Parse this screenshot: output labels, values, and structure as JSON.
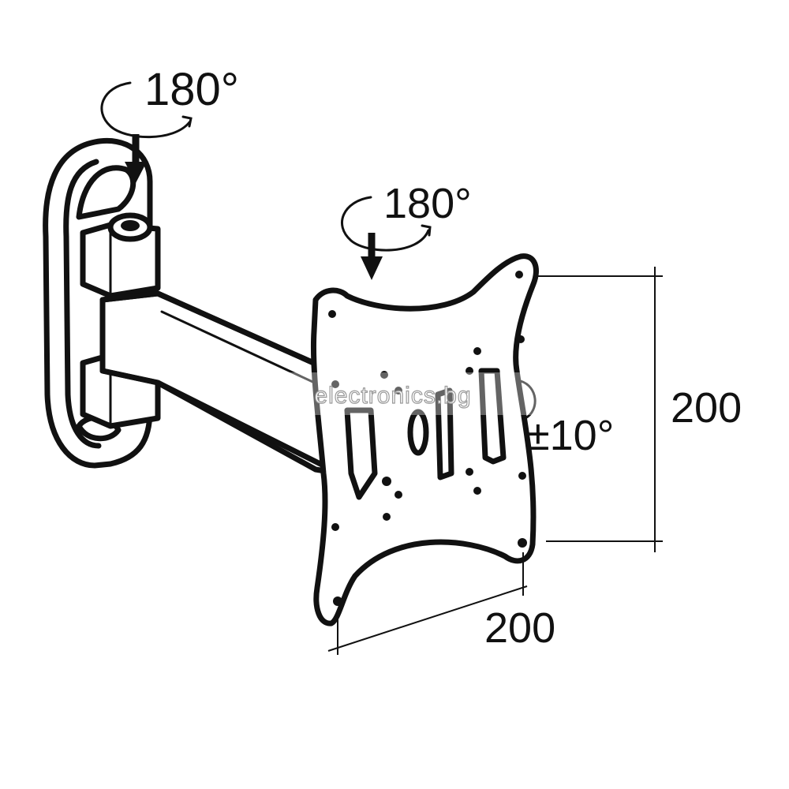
{
  "labels": {
    "top_rotation": "180°",
    "plate_rotation": "180°",
    "tilt": "±10°",
    "height_dim": "200",
    "width_dim": "200"
  },
  "watermark": "electronics.bg",
  "colors": {
    "ink": "#111111",
    "background": "#ffffff",
    "watermark_outline": "#9a9a9a"
  }
}
